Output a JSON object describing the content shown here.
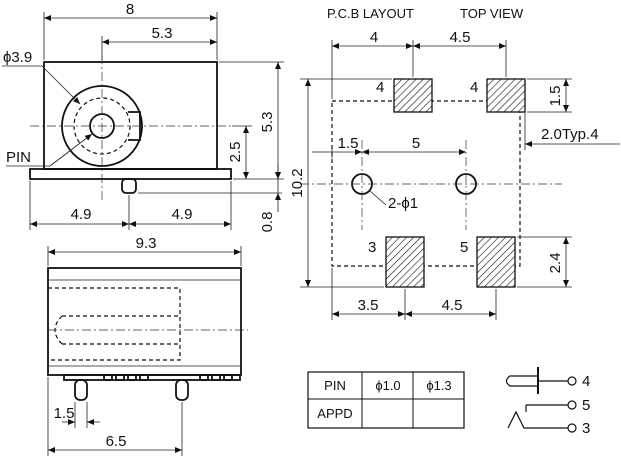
{
  "top_view": {
    "width_8": "8",
    "offset_5_3": "5.3",
    "hole_dia": "ϕ3.9",
    "height_5_3": "5.3",
    "center_2_5": "2.5",
    "pin_label": "PIN",
    "left_4_9": "4.9",
    "right_4_9": "4.9",
    "pin_0_8": "0.8"
  },
  "side_view": {
    "length_9_3": "9.3",
    "pin_1_5": "1.5",
    "pin_6_5": "6.5"
  },
  "pcb": {
    "title_layout": "P.C.B LAYOUT",
    "title_view": "TOP VIEW",
    "top_4": "4",
    "top_4_5": "4.5",
    "pad_1_5": "1.5",
    "pad_typ": "2.0Typ.4",
    "dim_1_5": "1.5",
    "dim_5": "5",
    "hole_label": "2-ϕ1",
    "height_10_2": "10.2",
    "dim_2_4": "2.4",
    "bottom_3_5": "3.5",
    "bottom_4_5": "4.5",
    "pad_num_4a": "4",
    "pad_num_4b": "4",
    "pad_num_3": "3",
    "pad_num_5": "5"
  },
  "table": {
    "headers": [
      "PIN",
      "ϕ1.0",
      "ϕ1.3"
    ],
    "rows": [
      [
        "APPD",
        "",
        ""
      ]
    ]
  },
  "schematic": {
    "pin_4": "4",
    "pin_5": "5",
    "pin_3": "3"
  }
}
